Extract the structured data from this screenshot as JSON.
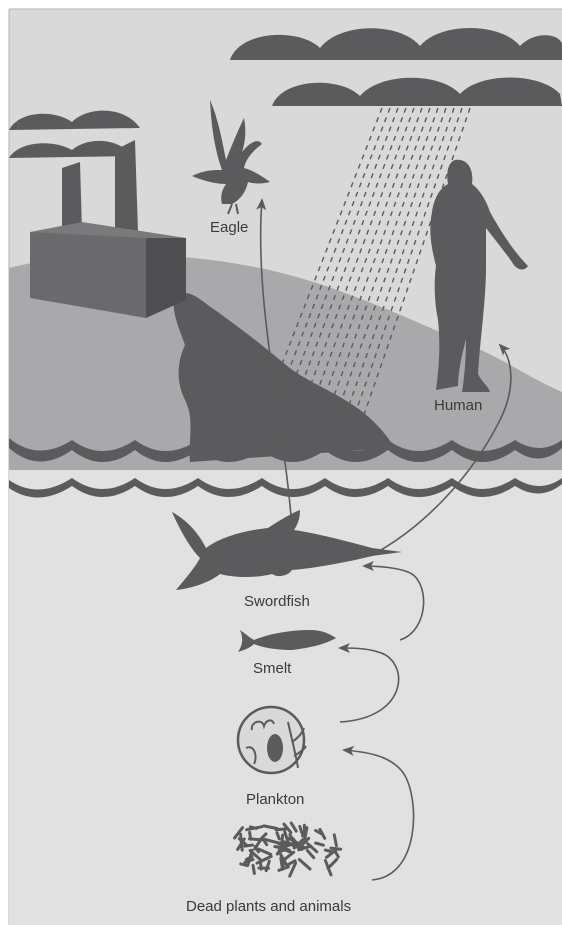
{
  "labels": {
    "eagle": "Eagle",
    "human": "Human",
    "swordfish": "Swordfish",
    "smelt": "Smelt",
    "plankton": "Plankton",
    "dead": "Dead plants and animals"
  },
  "colors": {
    "frame": "#cfcfcf",
    "sky": "#d9d9da",
    "land": "#a9a9ab",
    "water": "#e1e1e2",
    "dark": "#5b5b5d",
    "text": "#3a3a3a"
  },
  "icons": [
    "factory-icon",
    "cloud-icon",
    "rain-icon",
    "eagle-icon",
    "human-icon",
    "swordfish-icon",
    "smelt-icon",
    "plankton-icon",
    "detritus-icon",
    "arrow-icon"
  ]
}
